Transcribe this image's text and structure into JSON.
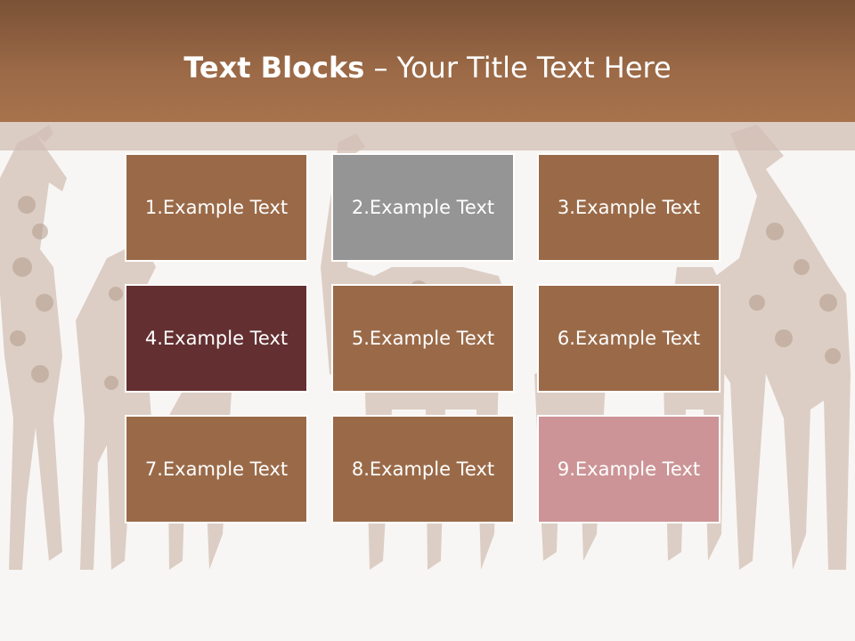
{
  "slide": {
    "title_bold": "Text Blocks",
    "title_separator": " – ",
    "title_rest": "Your Title Text Here"
  },
  "colors": {
    "header": "#9c6a47",
    "block_brown": "#9a6a48",
    "block_gray": "#959595",
    "block_maroon": "#632f31",
    "block_pink": "#cc9496"
  },
  "blocks": [
    {
      "label": "1.Example Text",
      "color": "#9a6a48"
    },
    {
      "label": "2.Example Text",
      "color": "#959595"
    },
    {
      "label": "3.Example Text",
      "color": "#9a6a48"
    },
    {
      "label": "4.Example Text",
      "color": "#632f31"
    },
    {
      "label": "5.Example Text",
      "color": "#9a6a48"
    },
    {
      "label": "6.Example Text",
      "color": "#9a6a48"
    },
    {
      "label": "7.Example Text",
      "color": "#9a6a48"
    },
    {
      "label": "8.Example Text",
      "color": "#9a6a48"
    },
    {
      "label": "9.Example Text",
      "color": "#cc9496"
    }
  ],
  "background_image": "giraffes-photo"
}
